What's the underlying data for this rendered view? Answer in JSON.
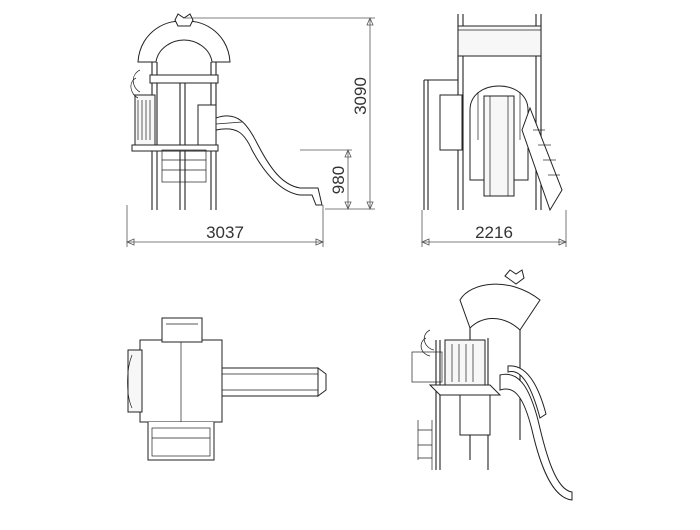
{
  "dimensions": {
    "front_width": "3037",
    "side_width": "2216",
    "total_height": "3090",
    "platform_height": "980"
  }
}
